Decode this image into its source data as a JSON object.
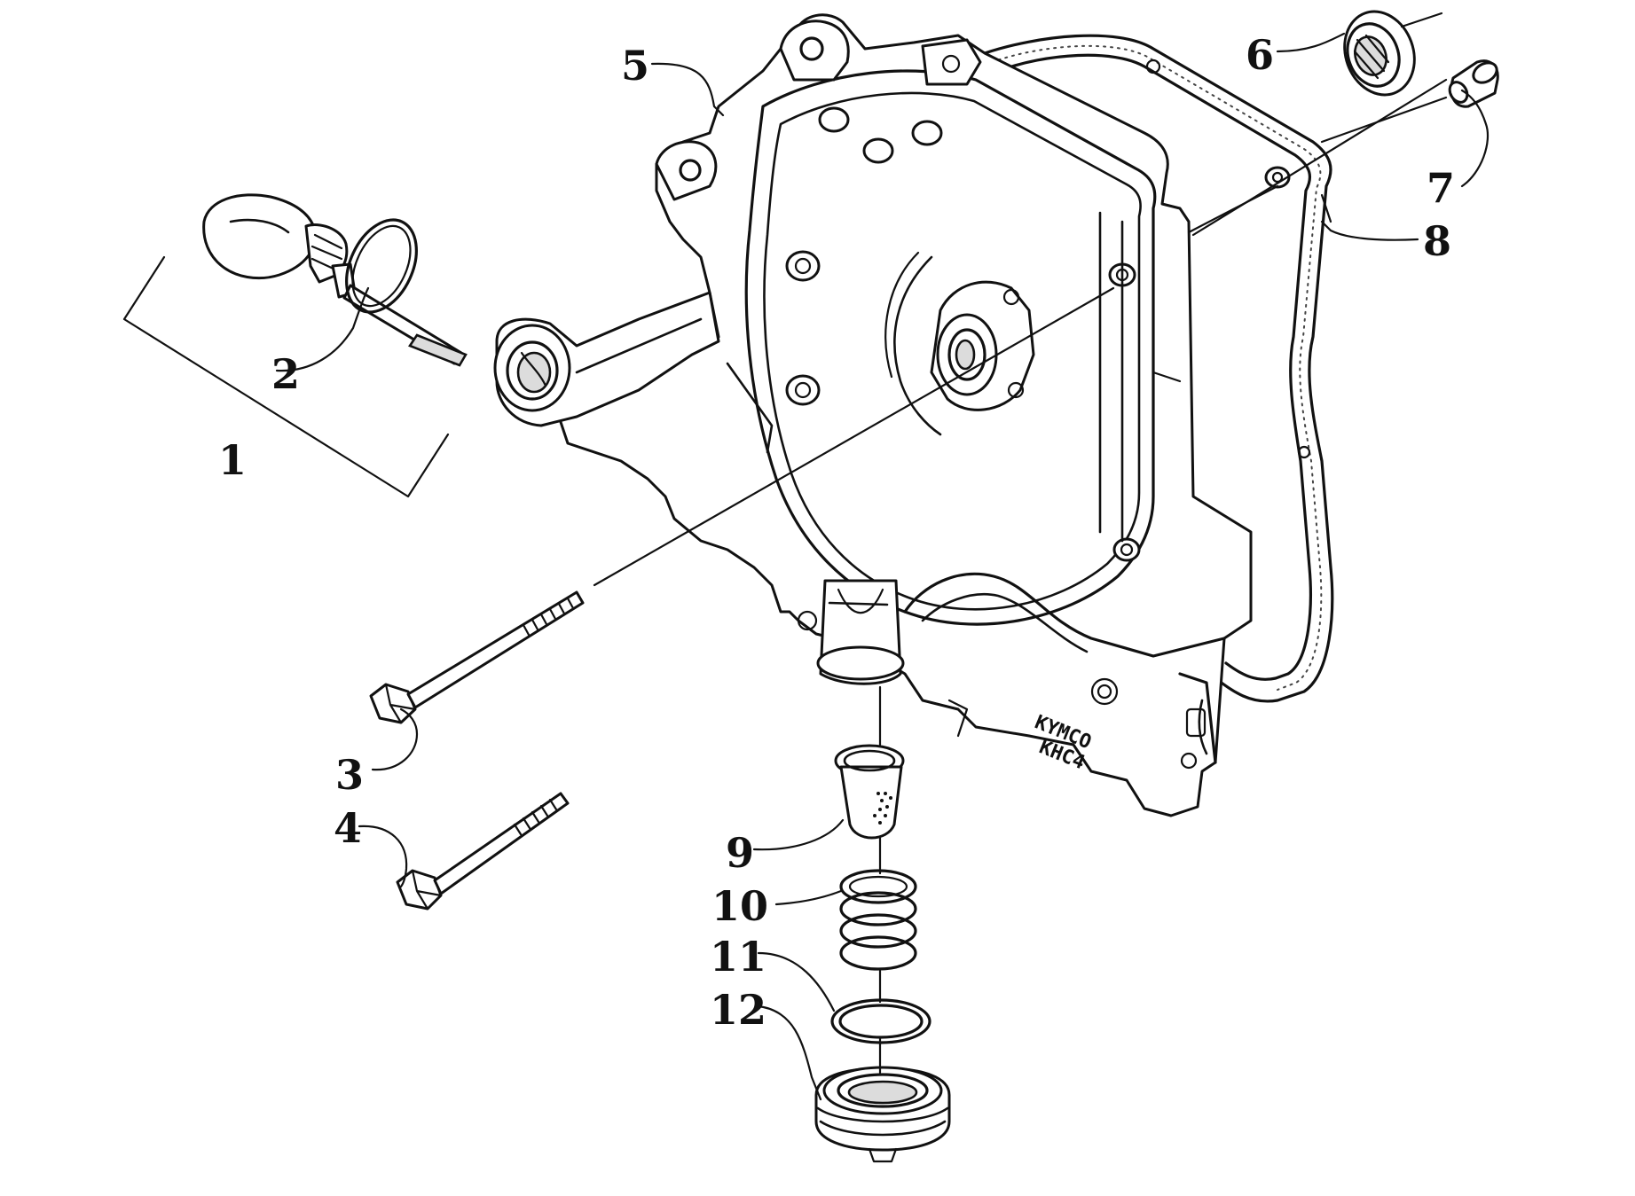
{
  "diagram": {
    "callouts": [
      {
        "id": "1",
        "label": "1"
      },
      {
        "id": "2",
        "label": "2"
      },
      {
        "id": "3",
        "label": "3"
      },
      {
        "id": "4",
        "label": "4"
      },
      {
        "id": "5",
        "label": "5"
      },
      {
        "id": "6",
        "label": "6"
      },
      {
        "id": "7",
        "label": "7"
      },
      {
        "id": "8",
        "label": "8"
      },
      {
        "id": "9",
        "label": "9"
      },
      {
        "id": "10",
        "label": "10"
      },
      {
        "id": "11",
        "label": "11"
      },
      {
        "id": "12",
        "label": "12"
      }
    ],
    "cover_stamp": {
      "brand": "KYMCO",
      "code": "KHC4"
    }
  }
}
